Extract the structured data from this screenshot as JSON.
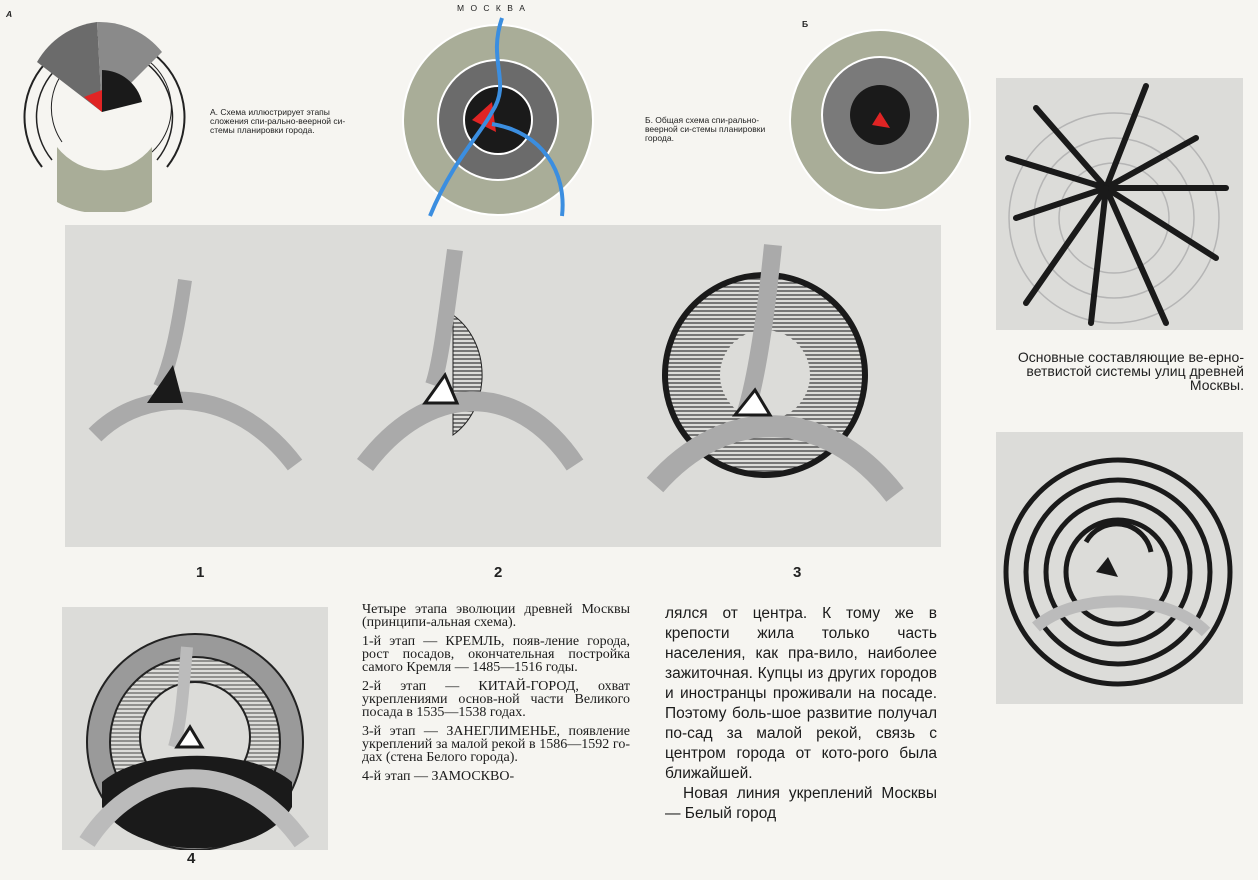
{
  "captions": {
    "scheme_a_letter": "А",
    "scheme_a": "А. Схема иллюстрирует этапы сложения спи-рально-веерной си-стемы планировки города.",
    "moscow_label": "М О С К В А",
    "scheme_b_letter": "Б",
    "scheme_b": "Б. Общая схема спи-рально-веерной си-стемы планировки города.",
    "radial_caption": "Основные составляющие ве-ерно-ветвистой системы улиц древней Москвы."
  },
  "stages": {
    "n1": "1",
    "n2": "2",
    "n3": "3",
    "n4": "4"
  },
  "text": {
    "column1": [
      "Четыре этапа эволюции древней Москвы (принципи-альная схема).",
      "1-й этап — КРЕМЛЬ, появ-ление города, рост посадов, окончательная постройка самого Кремля — 1485—1516 годы.",
      "2-й этап — КИТАЙ-ГОРОД, охват укреплениями основ-ной части Великого посада в 1535—1538 годах.",
      "3-й этап — ЗАНЕГЛИМЕНЬЕ, появление укреплений за малой рекой в 1586—1592 го-дах (стена Белого города).",
      "4-й этап — ЗАМОСКВО-"
    ],
    "column2": [
      "лялся от центра. К тому же в крепости жила только часть населения, как пра-вило, наиболее зажиточная. Купцы из других городов и иностранцы проживали на посаде. Поэтому боль-шое развитие получал по-сад за малой рекой, связь с центром города от кото-рого была ближайшей.",
      "Новая линия укреплений Москвы — Белый город"
    ]
  },
  "colors": {
    "green": "#a9ad98",
    "dark_gray": "#6b6b6b",
    "black": "#1a1a1a",
    "red": "#e02424",
    "river_blue": "#3b8ee0",
    "panel": "#dcdcd9"
  }
}
